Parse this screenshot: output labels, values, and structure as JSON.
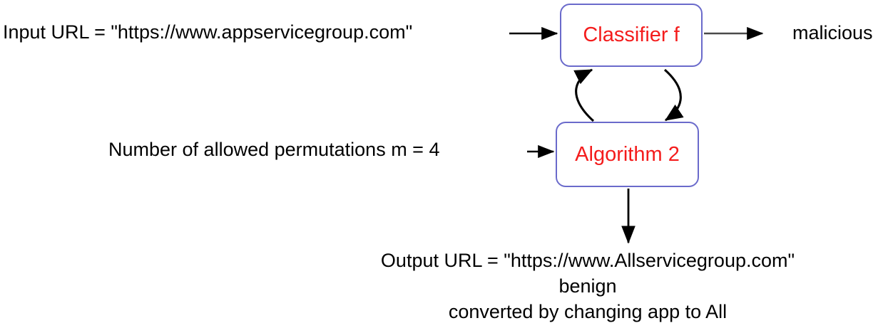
{
  "diagram": {
    "title": "URL classifier adversarial permutation flow",
    "colors": {
      "box_border": "#6A6ACB",
      "box_label_text": "#F41C1C",
      "plain_text": "#000000",
      "arrow": "#000000",
      "background": "#FFFFFF"
    },
    "inputs": {
      "input_url_label": "Input URL = \"https://www.appservicegroup.com\"",
      "permutations_label": "Number of allowed permutations  m = 4"
    },
    "nodes": [
      {
        "id": "classifier",
        "label": "Classifier f"
      },
      {
        "id": "algorithm",
        "label": "Algorithm 2"
      }
    ],
    "outputs": {
      "malicious_label": "malicious",
      "output_lines": [
        "Output URL = \"https://www.Allservicegroup.com\"",
        "benign",
        "converted by changing  app    to  All"
      ]
    },
    "edges": [
      {
        "id": "input-to-classifier",
        "from": "input_url",
        "to": "classifier",
        "style": "straight-right"
      },
      {
        "id": "classifier-to-malicious",
        "from": "classifier",
        "to": "malicious",
        "style": "straight-right"
      },
      {
        "id": "permutations-to-algorithm",
        "from": "permutations",
        "to": "algorithm",
        "style": "straight-right"
      },
      {
        "id": "classifier-to-algorithm",
        "from": "classifier",
        "to": "algorithm",
        "style": "s-curve-down"
      },
      {
        "id": "algorithm-to-classifier",
        "from": "algorithm",
        "to": "classifier",
        "style": "s-curve-up"
      },
      {
        "id": "algorithm-to-output",
        "from": "algorithm",
        "to": "output",
        "style": "straight-down"
      }
    ]
  }
}
